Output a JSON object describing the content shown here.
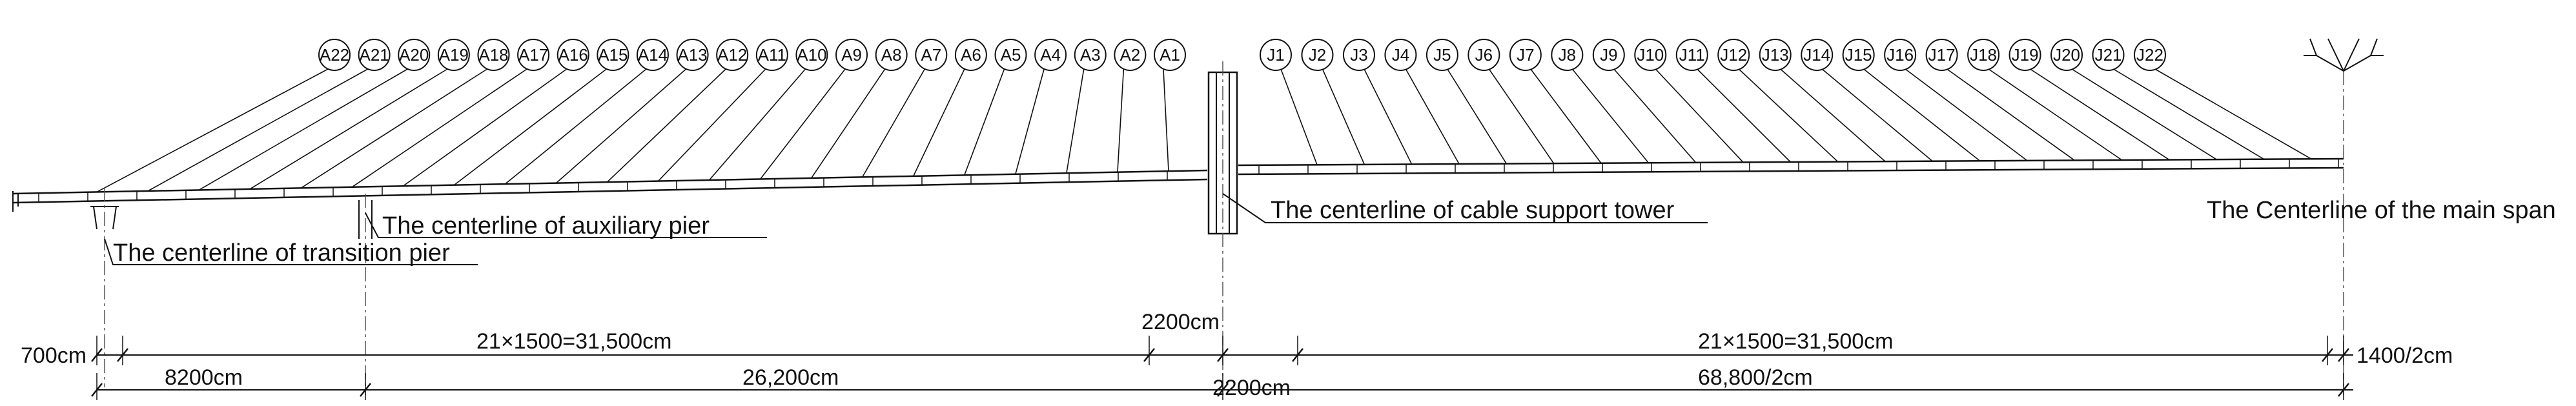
{
  "cables_left": [
    "A22",
    "A21",
    "A20",
    "A19",
    "A18",
    "A17",
    "A16",
    "A15",
    "A14",
    "A13",
    "A12",
    "A11",
    "A10",
    "A9",
    "A8",
    "A7",
    "A6",
    "A5",
    "A4",
    "A3",
    "A2",
    "A1"
  ],
  "cables_right": [
    "J1",
    "J2",
    "J3",
    "J4",
    "J5",
    "J6",
    "J7",
    "J8",
    "J9",
    "J10",
    "J11",
    "J12",
    "J13",
    "J14",
    "J15",
    "J16",
    "J17",
    "J18",
    "J19",
    "J20",
    "J21",
    "J22"
  ],
  "labels": {
    "transition_pier": "The centerline of transition pier",
    "auxiliary_pier": "The centerline of auxiliary pier",
    "tower": "The centerline of cable support tower",
    "main_span": "The Centerline of the main span"
  },
  "dimensions": {
    "d700": "700cm",
    "left_spacing": "21×1500=31,500cm",
    "tower_top": "2200cm",
    "right_spacing": "21×1500=31,500cm",
    "half_end": "1400/2cm",
    "d8200": "8200cm",
    "d26200": "26,200cm",
    "tower_bottom": "2200cm",
    "d68800": "68,800/2cm"
  },
  "colors": {
    "line": "#111111",
    "centerline": "#555555"
  }
}
